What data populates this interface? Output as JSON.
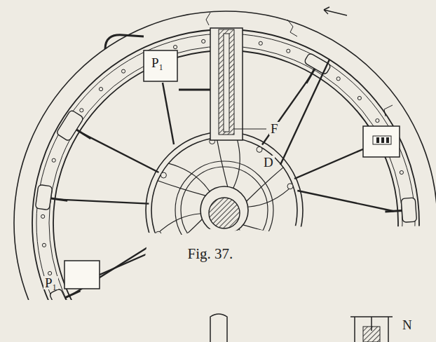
{
  "diagram": {
    "caption": "Fig. 37.",
    "labels": [
      "P₁",
      "F",
      "D",
      "P₁",
      "N"
    ]
  }
}
